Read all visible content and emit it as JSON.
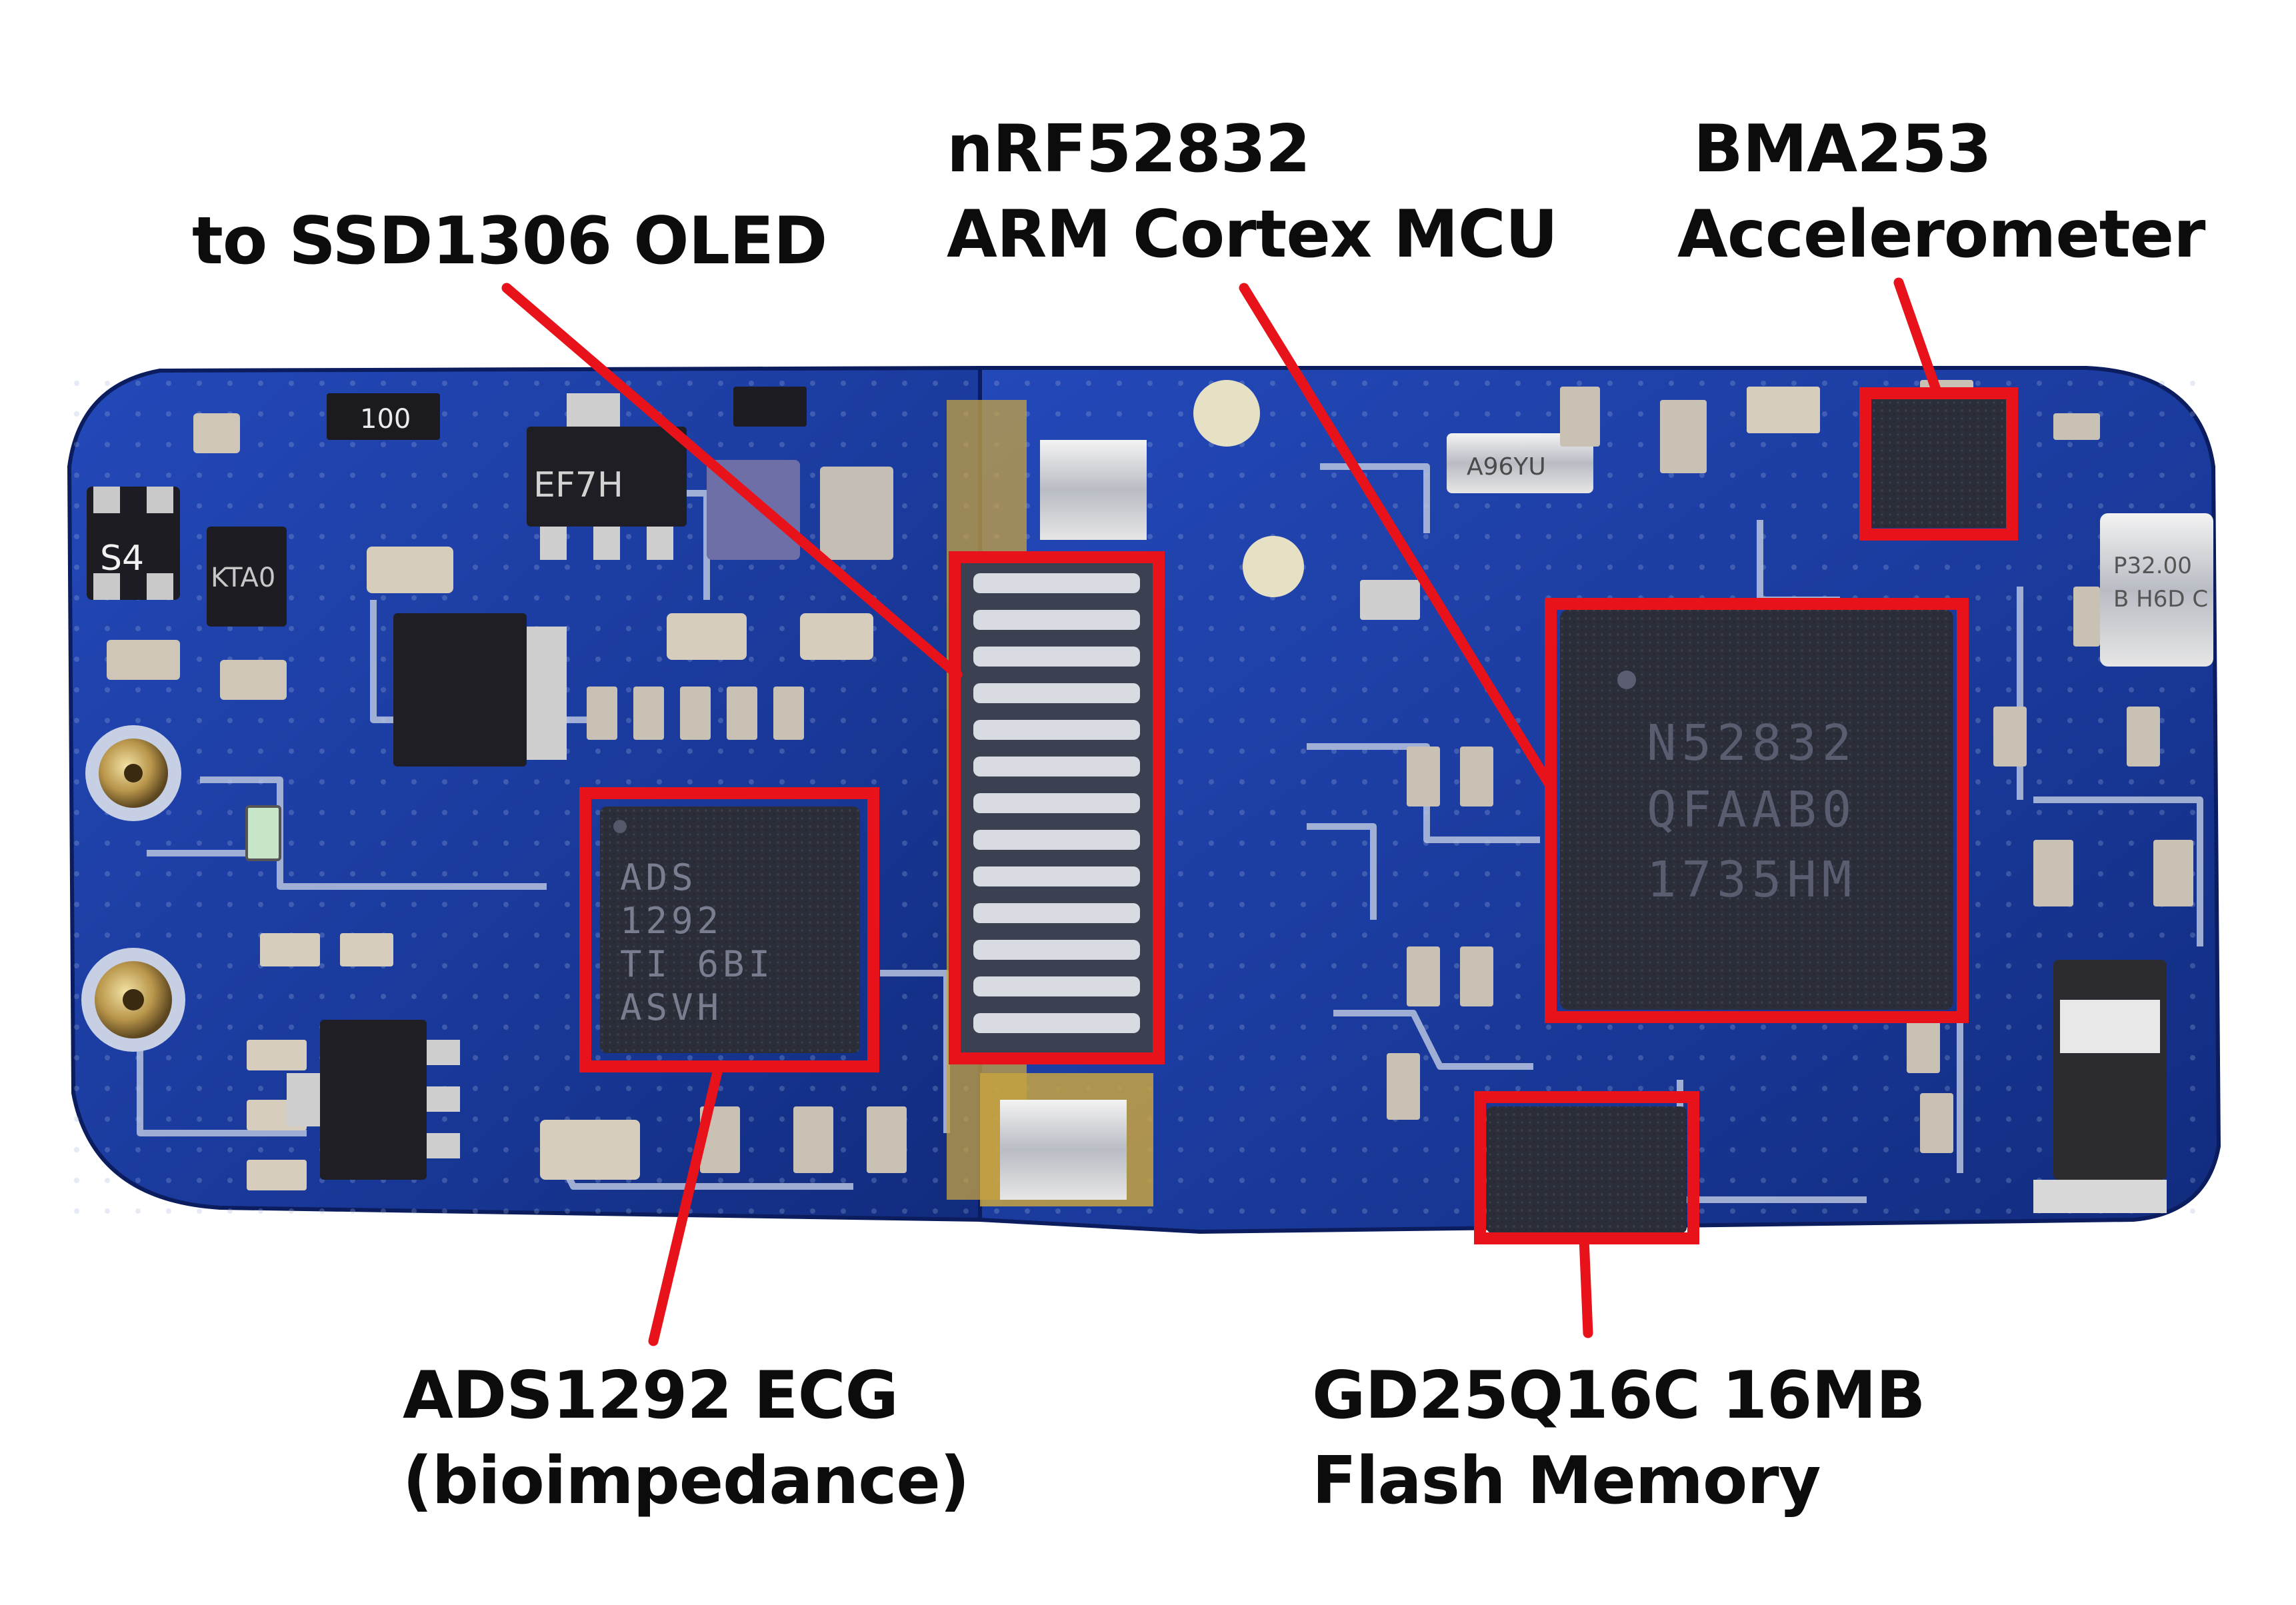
{
  "labels": {
    "oled": {
      "lines": [
        "to SSD1306 OLED"
      ]
    },
    "mcu": {
      "lines": [
        "nRF52832",
        "ARM Cortex MCU"
      ]
    },
    "accel": {
      "lines": [
        "BMA253",
        "Accelerometer"
      ]
    },
    "ecg": {
      "lines": [
        "ADS1292 ECG",
        "(bioimpedance)"
      ]
    },
    "flash": {
      "lines": [
        "GD25Q16C 16MB",
        "Flash Memory"
      ]
    }
  },
  "chip_markings": {
    "ecg": [
      "ADS",
      "1292",
      "TI 6BI",
      "ASVH"
    ],
    "mcu": [
      "N52832",
      "QFAAB0",
      "1735HM"
    ],
    "crystal": [
      "P32.00",
      "B H6D C"
    ],
    "top_crystal": "A96YU",
    "resistor": "100",
    "regulator": "EF7H",
    "tr_s4": "S4",
    "ic_small": "KTA0"
  },
  "colors": {
    "highlight": "#e8121b",
    "board": "#1c3fa6",
    "board_dark": "#0f2470",
    "trace": "#b7c3de",
    "label": "#0c0c0c"
  }
}
